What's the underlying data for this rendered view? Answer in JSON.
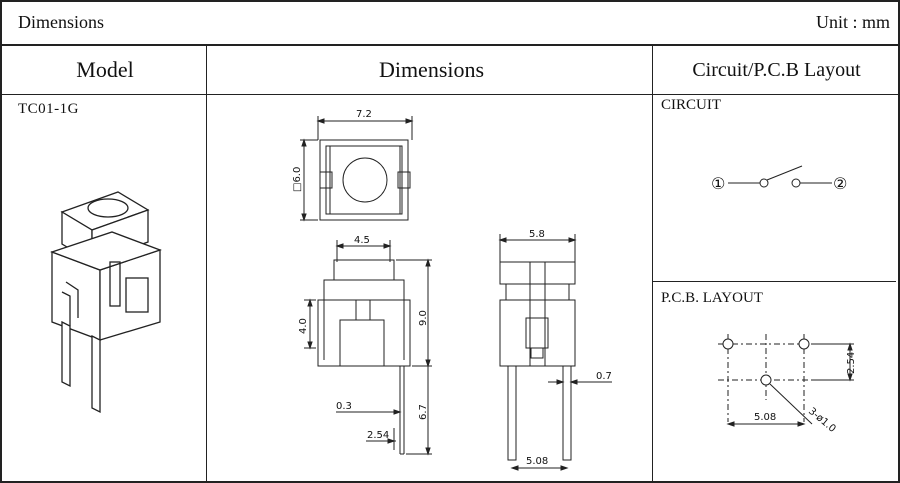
{
  "header": {
    "title": "Dimensions",
    "unit": "Unit : mm"
  },
  "columns": {
    "model": "Model",
    "dimensions": "Dimensions",
    "circuit_pcb": "Circuit/P.C.B Layout"
  },
  "model_name": "TC01-1G",
  "circuit": {
    "label": "CIRCUIT",
    "terminal_1": "①",
    "terminal_2": "②"
  },
  "pcb": {
    "label": "P.C.B. LAYOUT",
    "dim_pitch_v": "2.54",
    "dim_pitch_h": "5.08",
    "dim_holes": "3-ø1.0"
  },
  "dimensions": {
    "top_width": "7.2",
    "top_depth": "□6.0",
    "front_width": "4.5",
    "front_height": "9.0",
    "front_body": "4.0",
    "front_pin_thick": "0.3",
    "front_pin_len": "6.7",
    "front_pin_offset": "2.54",
    "side_width": "5.8",
    "side_pin_w": "0.7",
    "side_pin_spacing": "5.08"
  }
}
